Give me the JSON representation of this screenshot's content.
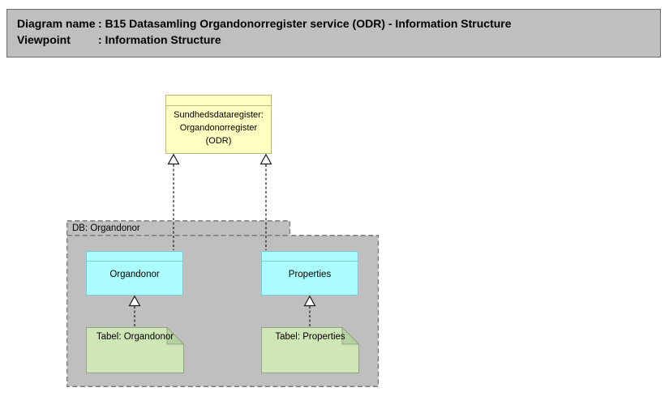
{
  "colors": {
    "text_color": "#000000",
    "header_fill": "#bfbfbf",
    "header_border": "#6b6b6b",
    "group_fill": "#bfbfbf",
    "group_border": "#757575",
    "service_fill": "#ffffc2",
    "service_border": "#b9b97c",
    "entity_fill": "#abfcfc",
    "entity_border": "#7accd2",
    "table_fill": "#cfe7b6",
    "table_border": "#94a285",
    "table_fold_fill": "#b6d2a2",
    "connector_color": "#1a1a1a"
  },
  "header": {
    "rows": [
      {
        "label": "Diagram name",
        "value": ": B15 Datasamling Organdonorregister service (ODR) - Information Structure"
      },
      {
        "label": "Viewpoint",
        "value": ": Information Structure"
      }
    ]
  },
  "diagram": {
    "service_node": {
      "label": "Sundhedsdataregister: Organdonorregister (ODR)"
    },
    "group": {
      "label": "DB: Organdonor"
    },
    "entity_nodes": [
      {
        "label": "Organdonor"
      },
      {
        "label": "Properties"
      }
    ],
    "table_nodes": [
      {
        "label": "Tabel: Organdonor"
      },
      {
        "label": "Tabel: Properties"
      }
    ],
    "connectors": [
      {
        "type": "realization",
        "style": "dashed-hollow-triangle",
        "from": "Organdonor",
        "to": "Sundhedsdataregister: Organdonorregister (ODR)"
      },
      {
        "type": "realization",
        "style": "dashed-hollow-triangle",
        "from": "Properties",
        "to": "Sundhedsdataregister: Organdonorregister (ODR)"
      },
      {
        "type": "realization",
        "style": "dashed-hollow-triangle",
        "from": "Tabel: Organdonor",
        "to": "Organdonor"
      },
      {
        "type": "realization",
        "style": "dashed-hollow-triangle",
        "from": "Tabel: Properties",
        "to": "Properties"
      }
    ]
  }
}
